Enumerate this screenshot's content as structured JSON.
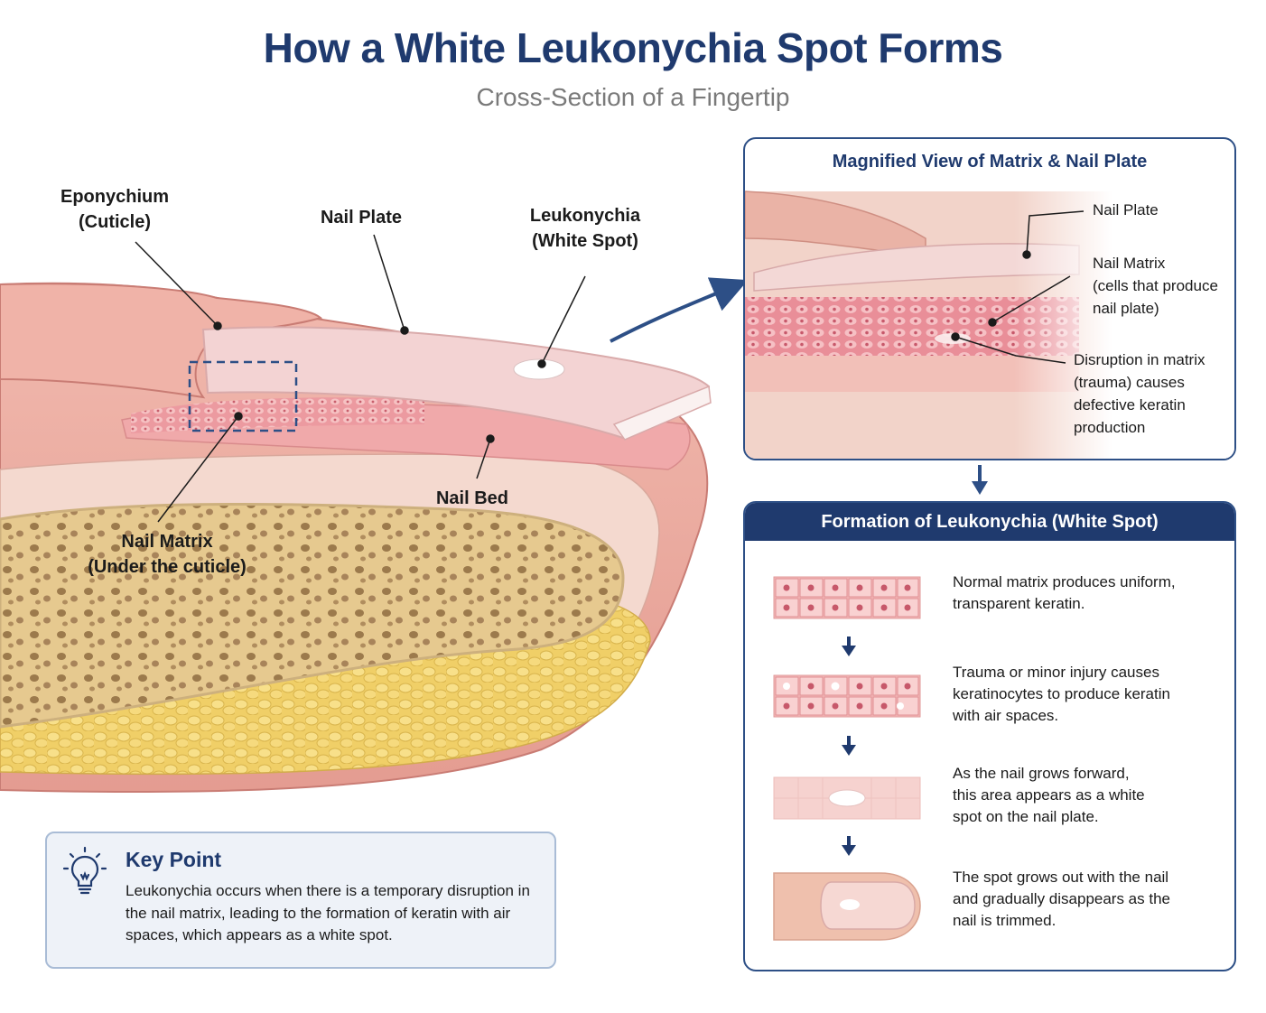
{
  "header": {
    "title": "How a White Leukonychia Spot Forms",
    "subtitle": "Cross-Section of a Fingertip"
  },
  "diagram_labels": {
    "eponychium": "Eponychium\n(Cuticle)",
    "nail_plate": "Nail Plate",
    "leukonychia": "Leukonychia\n(White Spot)",
    "nail_bed": "Nail Bed",
    "nail_matrix": "Nail Matrix\n(Under the cuticle)"
  },
  "magnified": {
    "title": "Magnified View of Matrix & Nail Plate",
    "nail_plate": "Nail Plate",
    "nail_matrix": "Nail Matrix\n(cells that produce\nnail plate)",
    "disruption": "Disruption in matrix\n(trauma) causes\ndefective keratin\nproduction"
  },
  "formation": {
    "title": "Formation of Leukonychia (White Spot)",
    "steps": [
      {
        "text": "Normal matrix produces uniform,\ntransparent keratin."
      },
      {
        "text": "Trauma or minor injury causes\nkeratinocytes to produce keratin\nwith air spaces."
      },
      {
        "text": "As the nail grows forward,\nthis area appears as a white\nspot on the nail plate."
      },
      {
        "text": "The spot grows out with the nail\nand gradually disappears as the\nnail is trimmed."
      }
    ]
  },
  "key_point": {
    "title": "Key Point",
    "text": "Leukonychia occurs when there is a temporary disruption in the nail matrix, leading to the formation of keratin with air spaces, which appears as a white spot.",
    "icon": "lightbulb-icon"
  },
  "colors": {
    "navy": "#1f3a6e",
    "skin": "#ecaaa0",
    "bone": "#e9d3a2",
    "fat": "#f2d46e"
  }
}
